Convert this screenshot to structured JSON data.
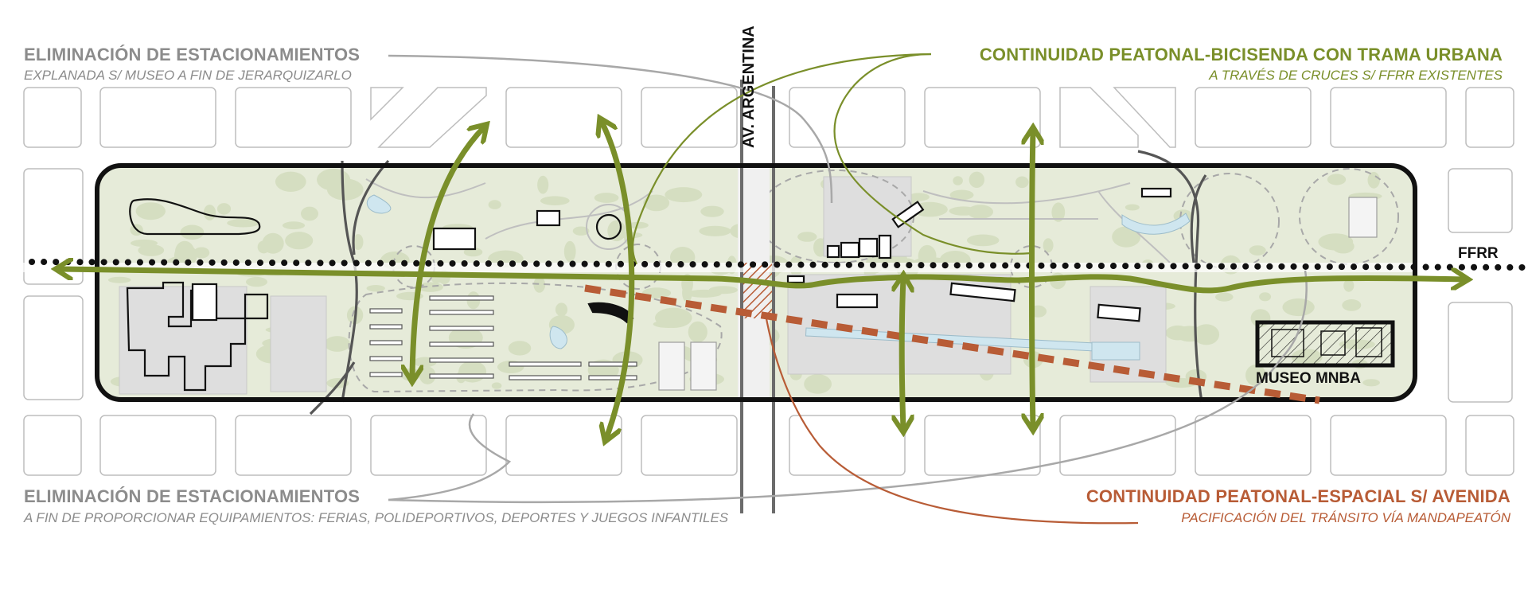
{
  "labels": {
    "top_left_title": "ELIMINACIÓN DE ESTACIONAMIENTOS",
    "top_left_subtitle": "EXPLANADA S/ MUSEO A FIN DE JERARQUIZARLO",
    "bottom_left_title": "ELIMINACIÓN DE ESTACIONAMIENTOS",
    "bottom_left_subtitle": "A FIN DE PROPORCIONAR EQUIPAMIENTOS: FERIAS, POLIDEPORTIVOS, DEPORTES Y JUEGOS INFANTILES",
    "top_right_title": "CONTINUIDAD PEATONAL-BICISENDA CON TRAMA URBANA",
    "top_right_subtitle": "A TRAVÉS DE CRUCES S/ FFRR EXISTENTES",
    "bottom_right_title": "CONTINUIDAD PEATONAL-ESPACIAL S/ AVENIDA",
    "bottom_right_subtitle": "PACIFICACIÓN DEL TRÁNSITO VÍA MANDAPEATÓN",
    "avenue": "AV. ARGENTINA",
    "railway": "FFRR",
    "museum": "MUSEO MNBA"
  },
  "colors": {
    "green": "#7a8f2a",
    "orange": "#b85c36",
    "grey_text": "#8c8c8c",
    "park_fill": "#e6ebd9",
    "block_stroke": "#bdbdbd",
    "black": "#111111"
  },
  "icons": {
    "arrow": "double-headed-arrow",
    "railway": "dotted-line",
    "hatch": "diagonal-hatch"
  }
}
